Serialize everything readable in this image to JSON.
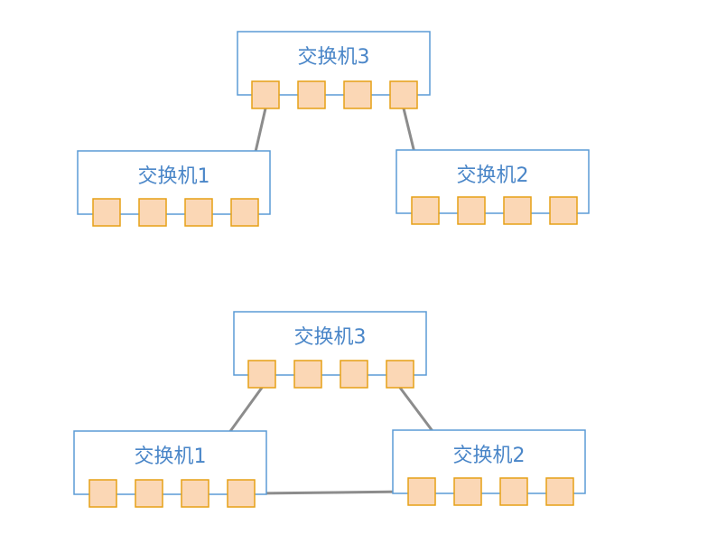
{
  "diagrams": [
    {
      "id": "top",
      "switches": [
        {
          "id": "s3",
          "label": "交换机3",
          "ports": 4
        },
        {
          "id": "s1",
          "label": "交换机1",
          "ports": 4
        },
        {
          "id": "s2",
          "label": "交换机2",
          "ports": 4
        }
      ],
      "links": [
        {
          "from": "s3",
          "from_port": 1,
          "to": "s1",
          "to_port": 4
        },
        {
          "from": "s3",
          "from_port": 4,
          "to": "s2",
          "to_port": 1
        }
      ]
    },
    {
      "id": "bottom",
      "switches": [
        {
          "id": "s3",
          "label": "交换机3",
          "ports": 4
        },
        {
          "id": "s1",
          "label": "交换机1",
          "ports": 4
        },
        {
          "id": "s2",
          "label": "交换机2",
          "ports": 4
        }
      ],
      "links": [
        {
          "from": "s3",
          "from_port": 1,
          "to": "s1",
          "to_port": 3
        },
        {
          "from": "s3",
          "from_port": 4,
          "to": "s2",
          "to_port": 2
        },
        {
          "from": "s1",
          "from_port": 4,
          "to": "s2",
          "to_port": 1
        }
      ]
    }
  ],
  "colors": {
    "box_border": "#5b9bd5",
    "label": "#4a86c8",
    "port_fill": "#fbd7b5",
    "port_border": "#e6a117",
    "link": "#8c8c8c"
  }
}
